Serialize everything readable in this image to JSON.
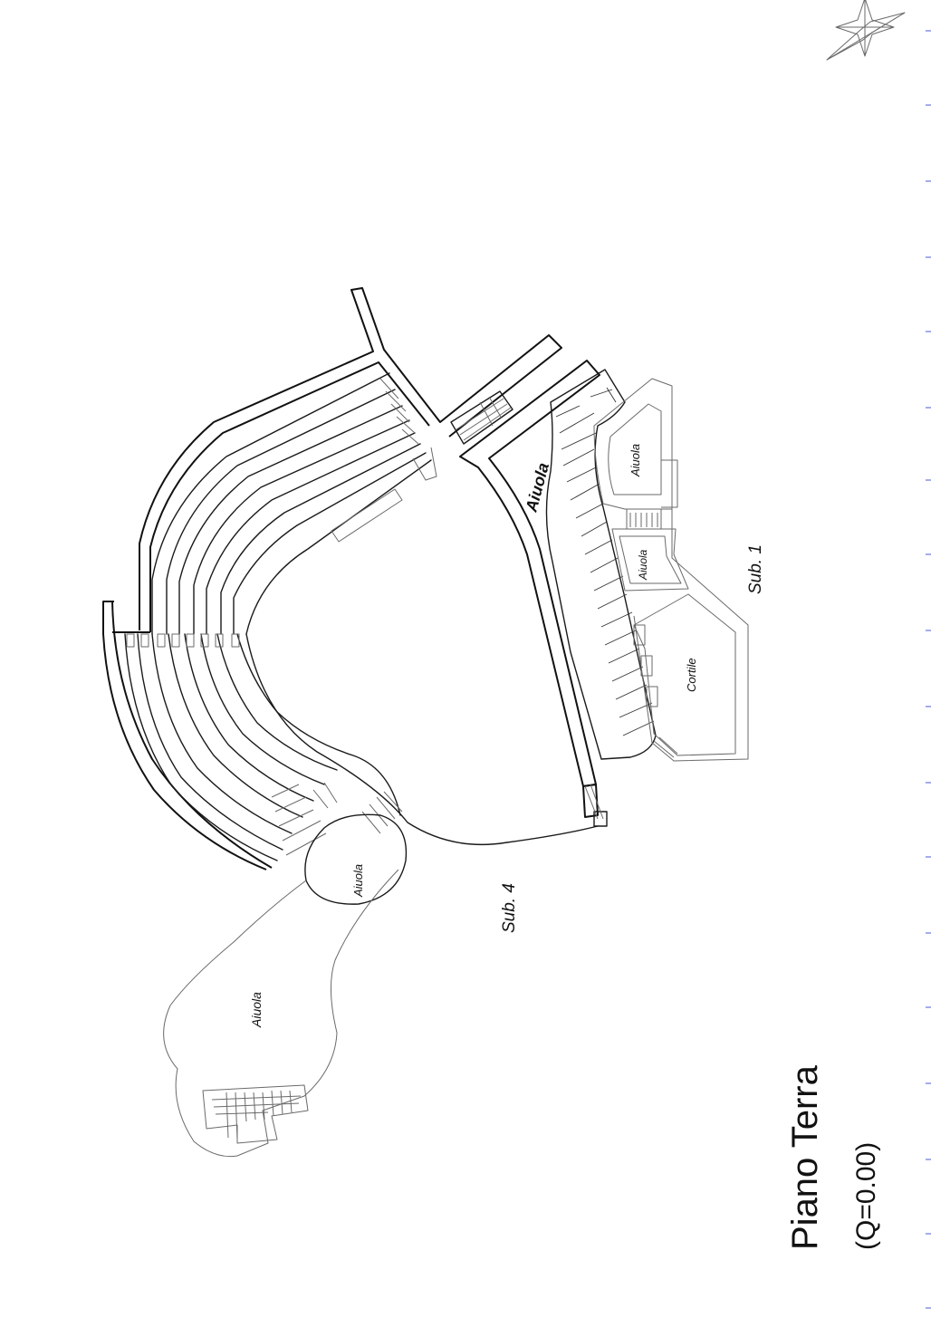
{
  "drawing": {
    "title": "Piano Terra",
    "subtitle": "(Q=0.00)",
    "labels": {
      "aiuola_main": "Aiuola",
      "aiuola_small_top": "Aiuola",
      "aiuola_small_mid": "Aiuola",
      "aiuola_round": "Aiuola",
      "aiuola_large": "Aiuola",
      "cortile": "Cortile",
      "sub1": "Sub. 1",
      "sub4": "Sub. 4"
    }
  },
  "colors": {
    "line": "#1a1a1a",
    "thin_line": "#6a6a6a",
    "margin_tick": "#4a5bd6"
  }
}
